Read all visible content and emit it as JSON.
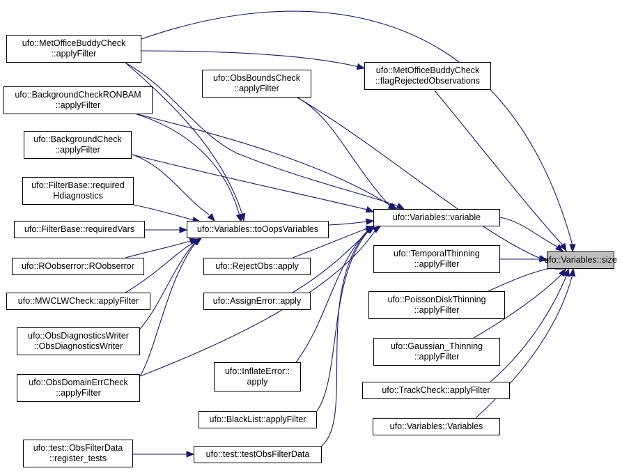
{
  "graph": {
    "edge_color": "#191970",
    "focus_fill": "#bfbfbf",
    "nodes": [
      {
        "id": "size",
        "lines": [
          "ufo::Variables::size"
        ],
        "focus": true
      },
      {
        "id": "variable",
        "lines": [
          "ufo::Variables::variable"
        ]
      },
      {
        "id": "toOops",
        "lines": [
          "ufo::Variables::toOopsVariables"
        ]
      },
      {
        "id": "flagRejected",
        "lines": [
          "ufo::MetOfficeBuddyCheck",
          "::flagRejectedObservations"
        ]
      },
      {
        "id": "buddyApply",
        "lines": [
          "ufo::MetOfficeBuddyCheck",
          "::applyFilter"
        ]
      },
      {
        "id": "obsBounds",
        "lines": [
          "ufo::ObsBoundsCheck",
          "::applyFilter"
        ]
      },
      {
        "id": "bgRonbam",
        "lines": [
          "ufo::BackgroundCheckRONBAM",
          "::applyFilter"
        ]
      },
      {
        "id": "bgCheck",
        "lines": [
          "ufo::BackgroundCheck",
          "::applyFilter"
        ]
      },
      {
        "id": "reqHdiag",
        "lines": [
          "ufo::FilterBase::required",
          "Hdiagnostics"
        ]
      },
      {
        "id": "reqVars",
        "lines": [
          "ufo::FilterBase::requiredVars"
        ]
      },
      {
        "id": "roobserror",
        "lines": [
          "ufo::ROobserror::ROobserror"
        ]
      },
      {
        "id": "mwclw",
        "lines": [
          "ufo::MWCLWCheck::applyFilter"
        ]
      },
      {
        "id": "obsDiag",
        "lines": [
          "ufo::ObsDiagnosticsWriter",
          "::ObsDiagnosticsWriter"
        ]
      },
      {
        "id": "domainErr",
        "lines": [
          "ufo::ObsDomainErrCheck",
          "::applyFilter"
        ]
      },
      {
        "id": "regTests",
        "lines": [
          "ufo::test::ObsFilterData",
          "::register_tests"
        ]
      },
      {
        "id": "testOFD",
        "lines": [
          "ufo::test::testObsFilterData"
        ]
      },
      {
        "id": "rejectObs",
        "lines": [
          "ufo::RejectObs::apply"
        ]
      },
      {
        "id": "assignErr",
        "lines": [
          "ufo::AssignError::apply"
        ]
      },
      {
        "id": "inflateErr",
        "lines": [
          "ufo::InflateError::",
          "apply"
        ]
      },
      {
        "id": "blackList",
        "lines": [
          "ufo::BlackList::applyFilter"
        ]
      },
      {
        "id": "temporal",
        "lines": [
          "ufo::TemporalThinning",
          "::applyFilter"
        ]
      },
      {
        "id": "poisson",
        "lines": [
          "ufo::PoissonDiskThinning",
          "::applyFilter"
        ]
      },
      {
        "id": "gaussian",
        "lines": [
          "ufo::Gaussian_Thinning",
          "::applyFilter"
        ]
      },
      {
        "id": "trackCheck",
        "lines": [
          "ufo::TrackCheck::applyFilter"
        ]
      },
      {
        "id": "varsCtor",
        "lines": [
          "ufo::Variables::Variables"
        ]
      }
    ]
  }
}
